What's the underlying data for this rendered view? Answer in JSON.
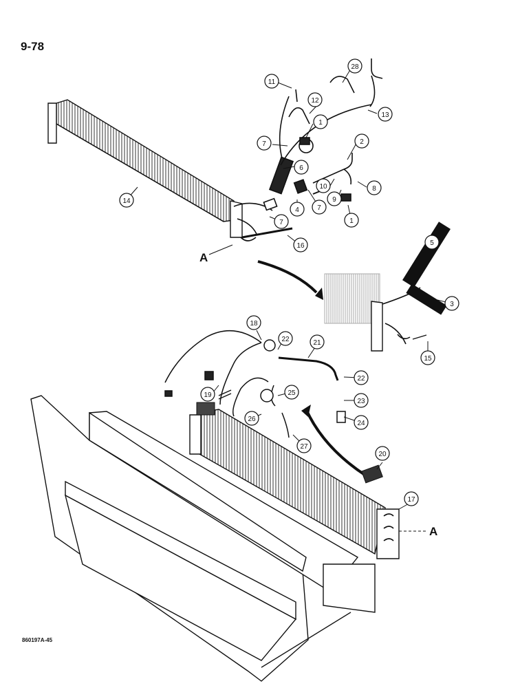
{
  "page_number": "9-78",
  "figure_code": "860197A-45",
  "reference_letter_upper": "A",
  "reference_letter_lower": "A",
  "callouts": [
    "1",
    "1",
    "2",
    "3",
    "4",
    "5",
    "6",
    "7",
    "7",
    "7",
    "8",
    "9",
    "10",
    "11",
    "12",
    "13",
    "14",
    "15",
    "16",
    "17",
    "18",
    "19",
    "20",
    "21",
    "22",
    "22",
    "23",
    "24",
    "25",
    "26",
    "27",
    "28"
  ],
  "colors": {
    "ink": "#111111",
    "paper": "#ffffff",
    "shade": "#bbbbbb"
  }
}
